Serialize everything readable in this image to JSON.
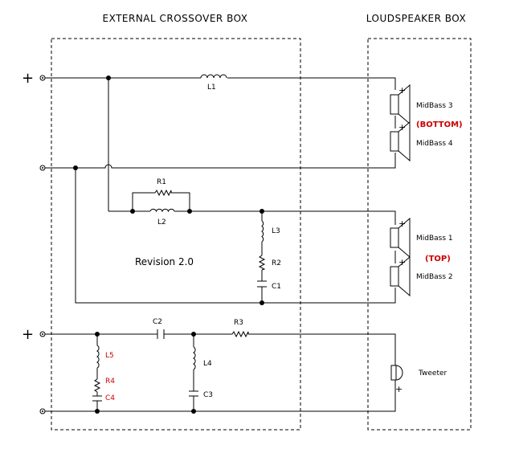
{
  "titles": {
    "crossover": "EXTERNAL CROSSOVER BOX",
    "speaker": "LOUDSPEAKER BOX"
  },
  "revision": "Revision 2.0",
  "terminals": {
    "plus_top": "+",
    "plus_bottom": "+"
  },
  "components": {
    "L1": "L1",
    "R1": "R1",
    "L2": "L2",
    "L3": "L3",
    "R2": "R2",
    "C1": "C1",
    "C2": "C2",
    "R3": "R3",
    "L4": "L4",
    "C3": "C3",
    "L5": "L5",
    "R4": "R4",
    "C4": "C4"
  },
  "speakers": {
    "midbass3": "MidBass 3",
    "midbass4": "MidBass 4",
    "midbass1": "MidBass 1",
    "midbass2": "MidBass 2",
    "tweeter": "Tweeter"
  },
  "groups": {
    "bottom": "(BOTTOM)",
    "top": "(TOP)"
  },
  "polarity": "+",
  "colors": {
    "wire": "#000000",
    "accent": "#cc0000",
    "background": "#ffffff"
  }
}
